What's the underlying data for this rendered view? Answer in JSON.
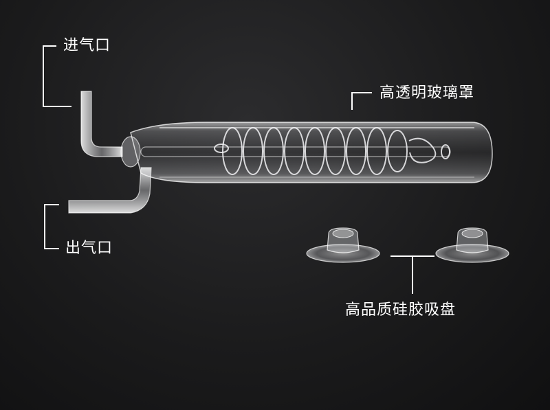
{
  "labels": {
    "inlet": "进气口",
    "outlet": "出气口",
    "glass_cover": "高透明玻璃罩",
    "suction_cups": "高品质硅胶吸盘"
  },
  "colors": {
    "background": "#1b1b1c",
    "text": "#ffffff",
    "glass": "#e8e8ea"
  }
}
